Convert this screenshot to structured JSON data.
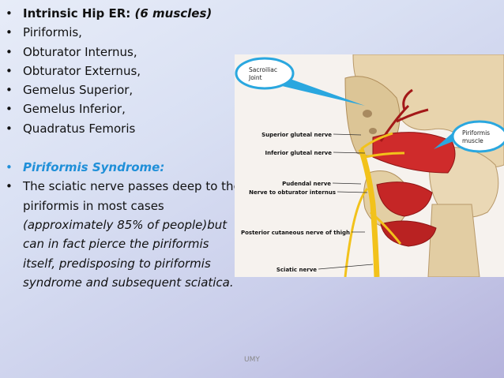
{
  "bullets": [
    {
      "parts": [
        {
          "text": "Intrinsic Hip ER:",
          "style": "strong"
        },
        {
          "text": " (6 muscles)",
          "style": "em strong"
        }
      ]
    },
    {
      "parts": [
        {
          "text": "Piriformis,",
          "style": ""
        }
      ]
    },
    {
      "parts": [
        {
          "text": " Obturator Internus,",
          "style": ""
        }
      ]
    },
    {
      "parts": [
        {
          "text": "Obturator Externus,",
          "style": ""
        }
      ]
    },
    {
      "parts": [
        {
          "text": "Gemelus Superior,",
          "style": ""
        }
      ]
    },
    {
      "parts": [
        {
          "text": "Gemelus Inferior,",
          "style": ""
        }
      ]
    },
    {
      "parts": [
        {
          "text": "Quadratus Femoris",
          "style": ""
        }
      ]
    },
    {
      "parts": [
        {
          "text": "Piriformis Syndrome:",
          "style": "accent"
        }
      ],
      "accent": true,
      "gap": true
    },
    {
      "parts": [
        {
          "text": "The sciatic nerve passes deep to the piriformis in most cases ",
          "style": ""
        },
        {
          "text": "(approximately 85% of people)but can in fact pierce the piriformis itself, predisposing to piriformis syndrome and subsequent sciatica.",
          "style": "em"
        }
      ]
    }
  ],
  "bullet_char": "•",
  "figure": {
    "callouts": {
      "sacroiliac": [
        "Sacroiliac",
        "Joint"
      ],
      "piriformis": [
        "Piriformis",
        "muscle"
      ]
    },
    "labels": [
      "Superior gluteal nerve",
      "Inferior gluteal nerve",
      "Pudendal nerve",
      "Nerve to obturator internus",
      "Posterior cutaneous nerve of thigh",
      "Sciatic nerve"
    ]
  },
  "footer": "UMY",
  "colors": {
    "accent": "#1f8fd8",
    "nerve": "#f2c21b",
    "muscle": "#cf2b2b",
    "bone": "#ead8b5",
    "callout": "#2aa7df"
  }
}
